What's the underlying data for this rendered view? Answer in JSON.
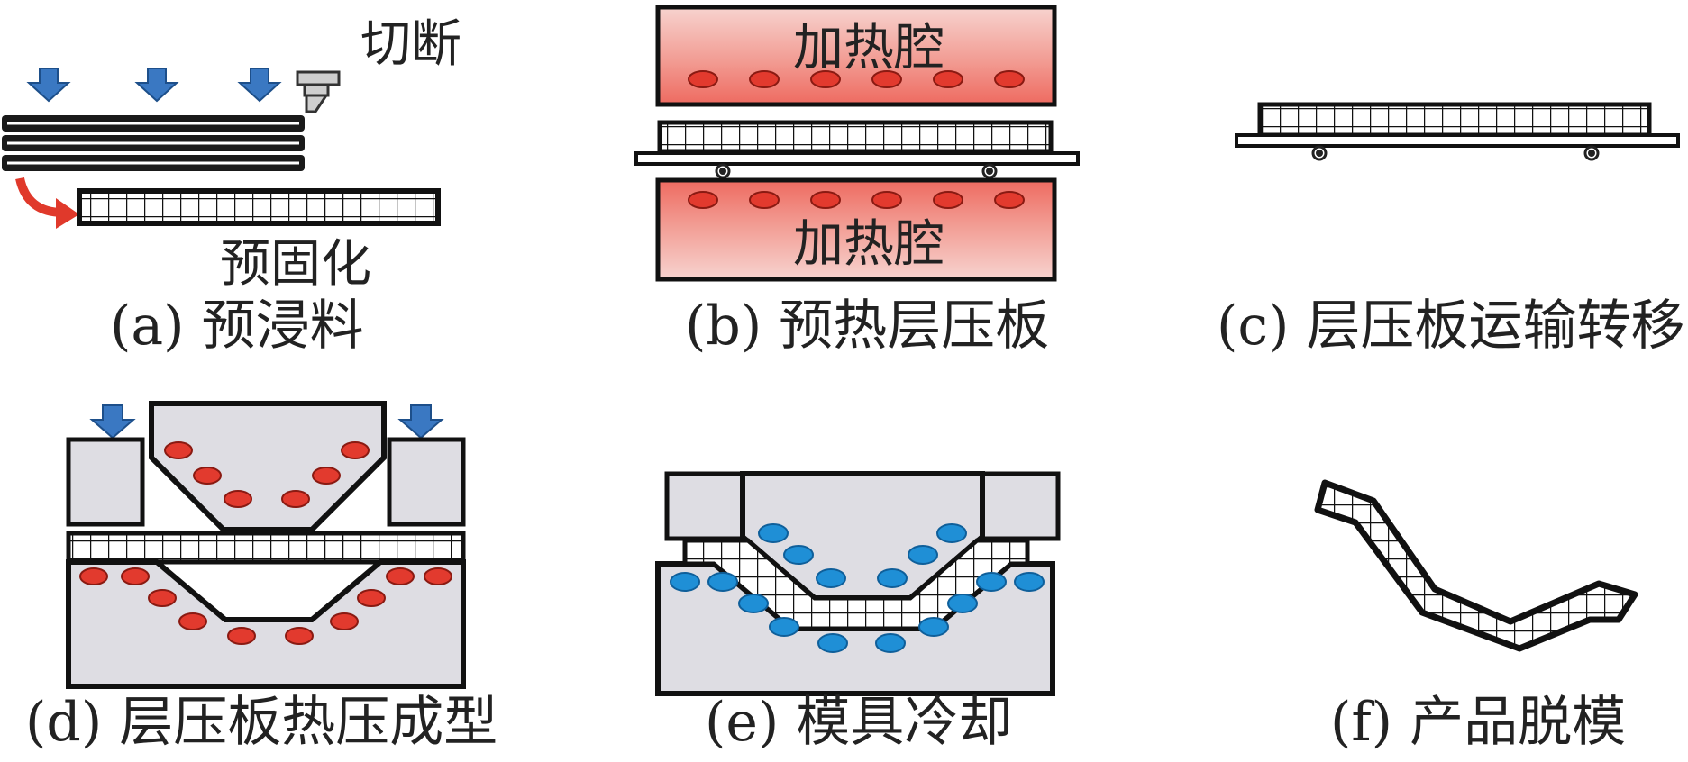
{
  "panels": {
    "a": {
      "caption": "(a) 预浸料",
      "label_cut": "切断",
      "label_precure": "预固化"
    },
    "b": {
      "caption": "(b) 预热层压板",
      "label_top": "加热腔",
      "label_bottom": "加热腔"
    },
    "c": {
      "caption": "(c) 层压板运输转移"
    },
    "d": {
      "caption": "(d) 层压板热压成型"
    },
    "e": {
      "caption": "(e) 模具冷却"
    },
    "f": {
      "caption": "(f) 产品脱模"
    }
  },
  "colors": {
    "outline": "#111111",
    "mold_gray": "#dedde3",
    "heater_red": "#e23a2e",
    "heater_edge": "#8a1a12",
    "cooler_blue": "#1f8fd6",
    "arrow_blue": "#3a78c2",
    "arrow_red": "#e0392b",
    "chamber_pink": "#f4b0aa"
  }
}
